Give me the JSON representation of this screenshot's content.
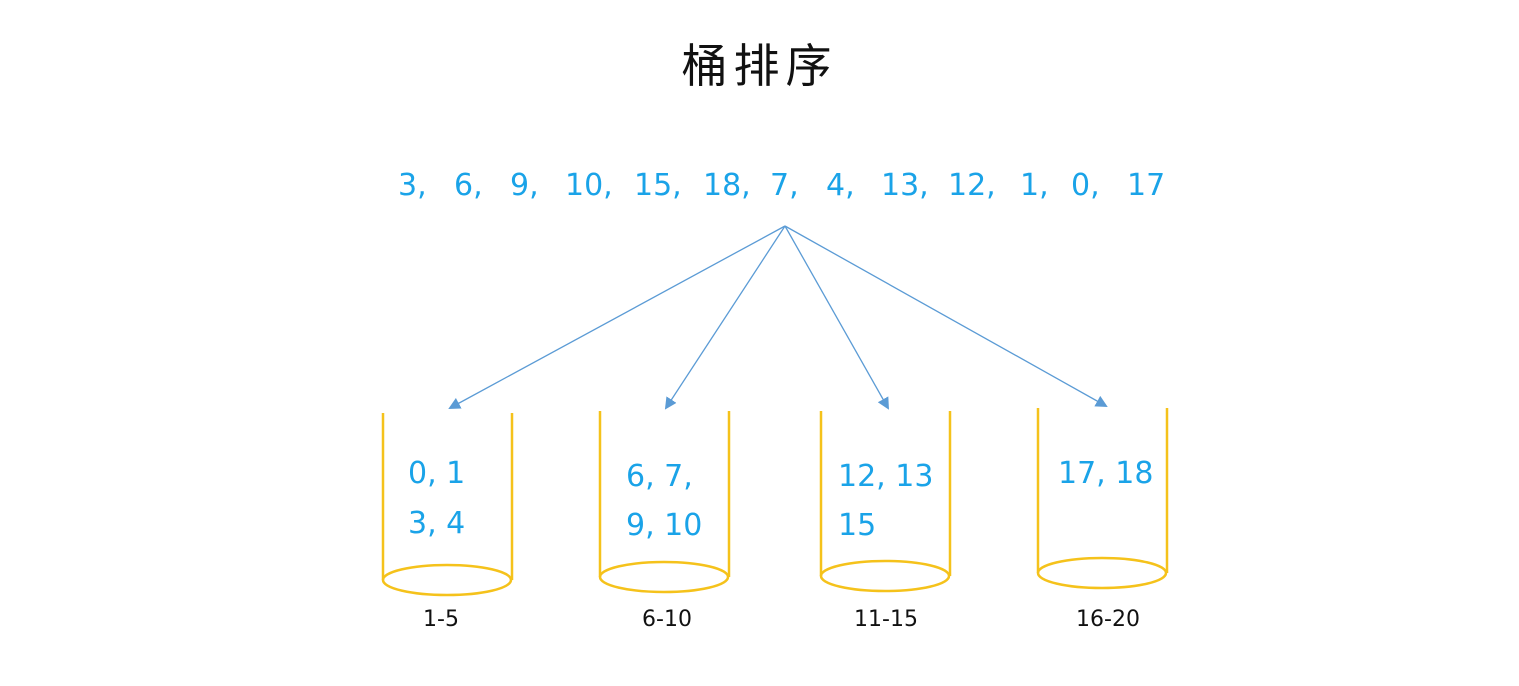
{
  "title": "桶排序",
  "sequence": [
    "3,",
    "6,",
    "9,",
    "10,",
    "15,",
    "18,",
    "7,",
    "4,",
    "13,",
    "12,",
    "1,",
    "0,",
    "17"
  ],
  "buckets": [
    {
      "lines": [
        "0,  1",
        "3,  4"
      ],
      "range": "1-5"
    },
    {
      "lines": [
        "6,  7,",
        "9,  10"
      ],
      "range": "6-10"
    },
    {
      "lines": [
        "12,  13",
        "15"
      ],
      "range": "11-15"
    },
    {
      "lines": [
        "17,  18"
      ],
      "range": "16-20"
    }
  ],
  "colors": {
    "numbers": "#1aa3e8",
    "bucket": "#f5c21b",
    "arrow": "#5b9bd5",
    "text": "#111111"
  }
}
